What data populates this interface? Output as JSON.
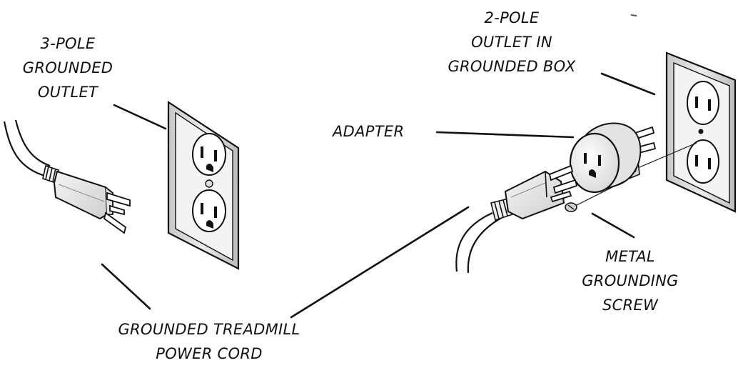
{
  "labels": {
    "three_pole": [
      "3-POLE",
      "GROUNDED",
      "OUTLET"
    ],
    "two_pole": [
      "2-POLE",
      "OUTLET IN",
      "GROUNDED BOX"
    ],
    "adapter": "ADAPTER",
    "screw": [
      "METAL",
      "GROUNDING",
      "SCREW"
    ],
    "cord": [
      "GROUNDED TREADMILL",
      "POWER CORD"
    ]
  },
  "colors": {
    "ink": "#111111",
    "plate": "#e6e6e6",
    "background": "#ffffff"
  },
  "icons": [
    "power-plug-icon",
    "outlet-icon",
    "adapter-icon",
    "screw-icon"
  ]
}
